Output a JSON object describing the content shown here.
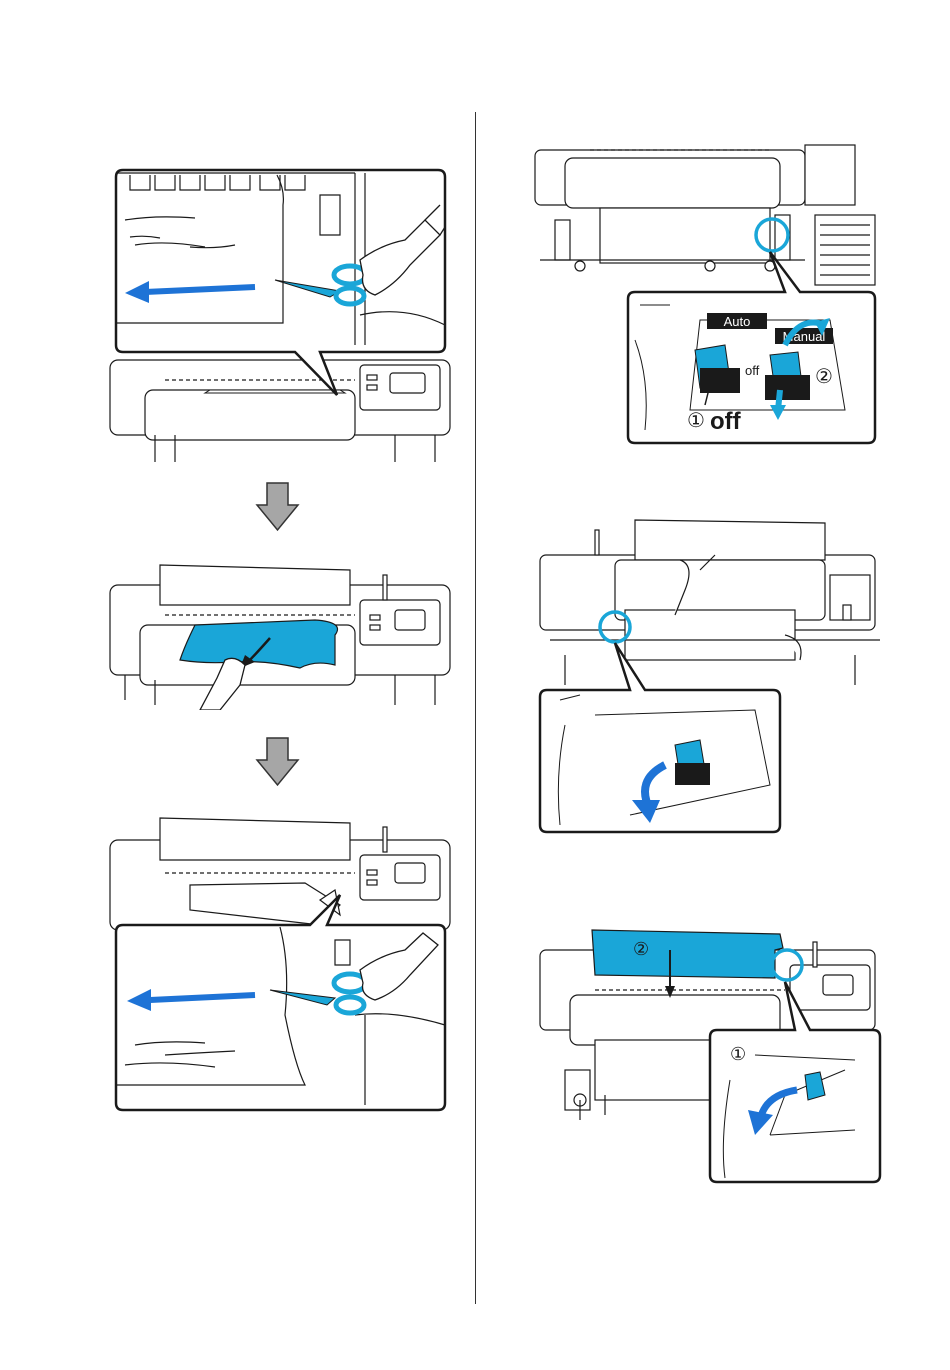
{
  "colors": {
    "accent": "#1aa6d8",
    "arrow_blue": "#1e73d6",
    "line": "#1a1a1a",
    "gray_arrow": "#a6a6a6"
  },
  "figures": [
    {
      "id": "cut-media-closeup",
      "icons": [
        "scissors-icon",
        "hand-icon",
        "left-arrow-icon"
      ]
    },
    {
      "id": "step-down-arrow-1",
      "icons": [
        "down-arrow-icon"
      ]
    },
    {
      "id": "pull-media-out",
      "icons": [
        "hand-icon",
        "down-arrow-icon"
      ]
    },
    {
      "id": "step-down-arrow-2",
      "icons": [
        "down-arrow-icon"
      ]
    },
    {
      "id": "trim-media-edge",
      "icons": [
        "scissors-icon",
        "hand-icon",
        "left-arrow-icon"
      ]
    },
    {
      "id": "auto-take-up-switch",
      "icons": [
        "switch-icon",
        "curved-arrow-icon"
      ]
    },
    {
      "id": "media-lever-lock",
      "icons": [
        "lever-icon",
        "curved-arrow-icon"
      ]
    },
    {
      "id": "close-cover-load-lever",
      "icons": [
        "lever-icon",
        "curved-arrow-icon"
      ]
    }
  ],
  "labels": {
    "auto": "Auto",
    "manual": "Manual",
    "off_small": "off",
    "step1_off_num": "①",
    "step1_off_word": "off",
    "step2": "②",
    "cover_step2": "②",
    "lever_step1": "①"
  }
}
